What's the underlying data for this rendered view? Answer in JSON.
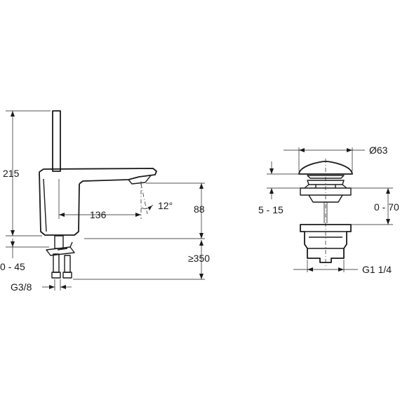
{
  "faucet": {
    "height_label": "215",
    "reach_label": "136",
    "angle_label": "12°",
    "spout_height_label": "88",
    "deck_thickness_label": "0 - 45",
    "hose_length_label": "≥350",
    "connection_label": "G3/8"
  },
  "drain": {
    "diameter_label": "Ø63",
    "cap_gap_label": "5 - 15",
    "basin_thickness_label": "0 - 70",
    "thread_label": "G1 1/4"
  }
}
